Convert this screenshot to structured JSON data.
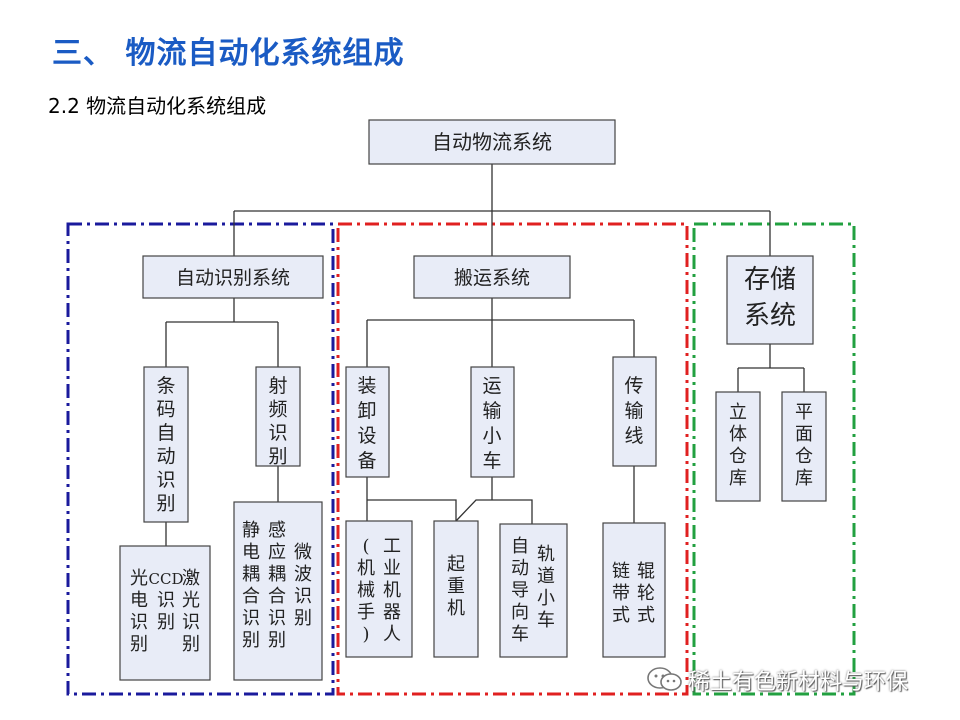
{
  "page": {
    "title": "三、 物流自动化系统组成",
    "subtitle": "2.2  物流自动化系统组成"
  },
  "diagram": {
    "root": "自动物流系统",
    "level1": {
      "identification": "自动识别系统",
      "handling": "搬运系统",
      "storage": [
        "存储",
        "系统"
      ]
    },
    "identification_children": {
      "barcode": [
        "条",
        "码",
        "自",
        "动",
        "识",
        "别"
      ],
      "rfid": [
        "射",
        "频",
        "识",
        "别"
      ]
    },
    "barcode_children": {
      "col1": [
        "激",
        "光",
        "识",
        "别"
      ],
      "col2": [
        "CCD",
        "识",
        "别"
      ],
      "col3": [
        "光",
        "电",
        "识",
        "别"
      ]
    },
    "rfid_children": {
      "col1": [
        "微",
        "波",
        "识",
        "别"
      ],
      "col2": [
        "感",
        "应",
        "耦",
        "合",
        "识",
        "别"
      ],
      "col3": [
        "静",
        "电",
        "耦",
        "合",
        "识",
        "别"
      ]
    },
    "handling_children": {
      "loading": [
        "装",
        "卸",
        "设",
        "备"
      ],
      "transport": [
        "运",
        "输",
        "小",
        "车"
      ],
      "conveyor": [
        "传",
        "输",
        "线"
      ]
    },
    "handling_leaves": {
      "robot_col1": [
        "工",
        "业",
        "机",
        "器",
        "人"
      ],
      "robot_col2": [
        "(",
        "机",
        "械",
        "手",
        ")"
      ],
      "crane": [
        "起",
        "重",
        "机"
      ],
      "rail_col1": [
        "轨",
        "道",
        "小",
        "车"
      ],
      "rail_col2": [
        "自",
        "动",
        "导",
        "向",
        "车"
      ],
      "belt_col1": [
        "辊",
        "轮",
        "式"
      ],
      "belt_col2": [
        "链",
        "带",
        "式"
      ]
    },
    "storage_children": {
      "ar": [
        "立",
        "体",
        "仓",
        "库"
      ],
      "flat": [
        "平",
        "面",
        "仓",
        "库"
      ]
    },
    "colors": {
      "box_fill": "#e8ecf7",
      "box_stroke": "#444444",
      "group_blue": "#1a1a9c",
      "group_red": "#e02020",
      "group_green": "#22a040",
      "title_blue": "#1a5bc4"
    }
  },
  "watermark": {
    "text": "稀土有色新材料与环保",
    "icon": "wechat-icon"
  }
}
